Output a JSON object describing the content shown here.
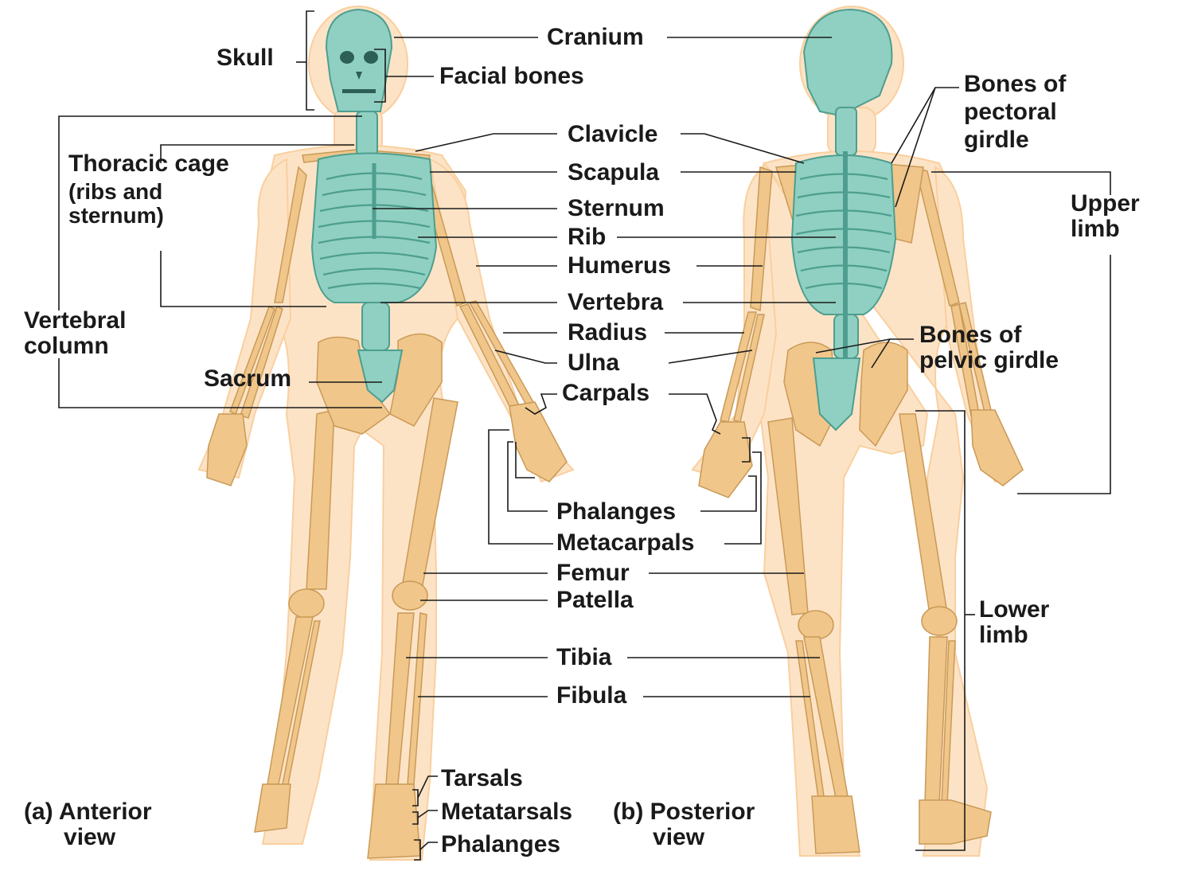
{
  "colors": {
    "skin": "#fde3c6",
    "skin_edge": "#f9cf9e",
    "bone": "#f0c68a",
    "bone_edge": "#c99a57",
    "axial": "#8fd0c2",
    "axial_edge": "#4e9e8f",
    "leader": "#1a1a1a"
  },
  "labels": {
    "skull": "Skull",
    "cranium": "Cranium",
    "facial_bones": "Facial bones",
    "clavicle": "Clavicle",
    "scapula": "Scapula",
    "sternum": "Sternum",
    "rib": "Rib",
    "humerus": "Humerus",
    "vertebra": "Vertebra",
    "radius": "Radius",
    "ulna": "Ulna",
    "carpals": "Carpals",
    "phalanges_hand": "Phalanges",
    "metacarpals": "Metacarpals",
    "femur": "Femur",
    "patella": "Patella",
    "tibia": "Tibia",
    "fibula": "Fibula",
    "tarsals": "Tarsals",
    "metatarsals": "Metatarsals",
    "phalanges_foot": "Phalanges",
    "thoracic_cage": "Thoracic cage",
    "thoracic_sub": "(ribs and\nsternum)",
    "vertebral_column": "Vertebral\ncolumn",
    "sacrum": "Sacrum",
    "pectoral_girdle": "Bones of\npectoral\ngirdle",
    "upper_limb": "Upper\nlimb",
    "pelvic_girdle": "Bones of\npelvic girdle",
    "lower_limb": "Lower\nlimb",
    "anterior_view": "(a) Anterior\n      view",
    "posterior_view": "(b) Posterior\n      view"
  }
}
